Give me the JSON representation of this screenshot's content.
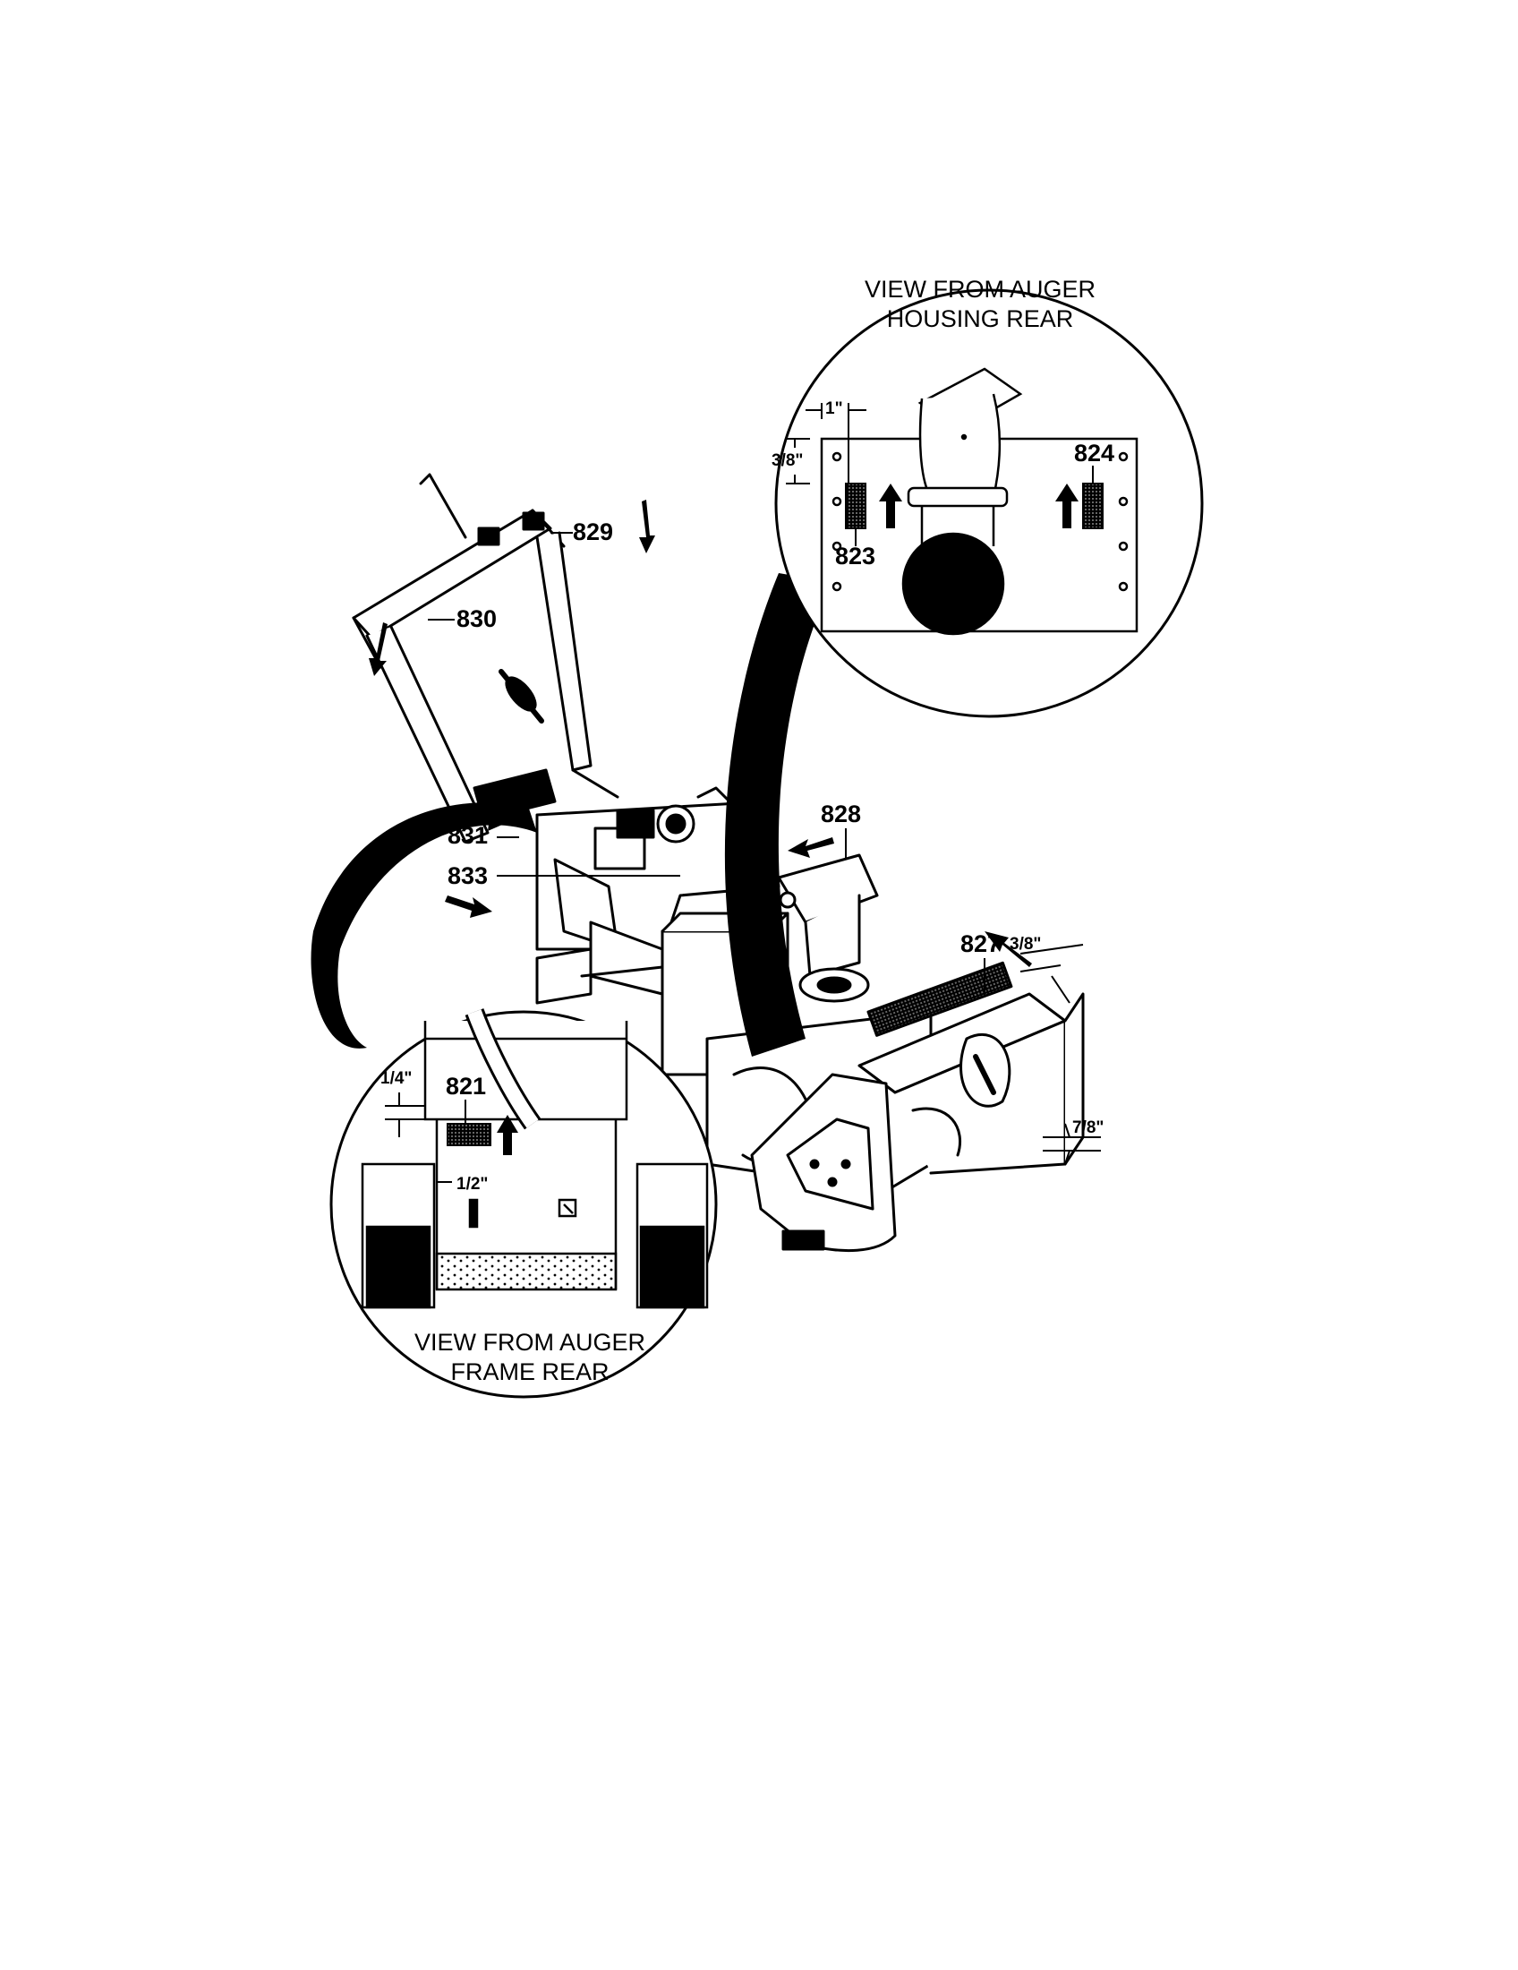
{
  "part_labels": {
    "p821": "821",
    "p823": "823",
    "p824": "824",
    "p827": "827",
    "p828": "828",
    "p829": "829",
    "p830": "830",
    "p831": "831",
    "p833": "833"
  },
  "dimensions": {
    "d1in": "1\"",
    "d38_top": "3/8\"",
    "d38_right": "3/8\"",
    "d78": "7/8\"",
    "d14": "1/4\"",
    "d12": "1/2\""
  },
  "inset_top": {
    "caption_line1": "VIEW FROM AUGER",
    "caption_line2": "HOUSING REAR"
  },
  "inset_bottom": {
    "caption_line1": "VIEW FROM AUGER",
    "caption_line2": "FRAME REAR"
  }
}
